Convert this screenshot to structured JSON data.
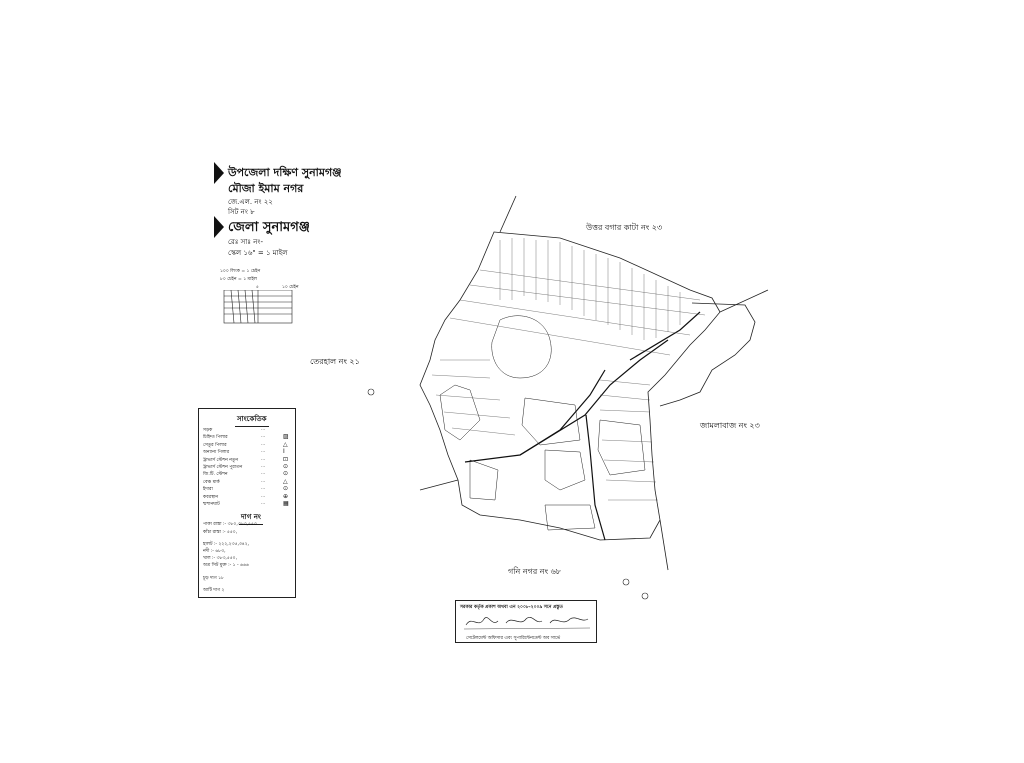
{
  "header": {
    "upazila": "উপজেলা দক্ষিণ সুনামগঞ্জ",
    "mouza": "মৌজা ইমাম নগর",
    "jl_no": "জে.এল. নং ২২",
    "sheet_no": "সিট নং ৮",
    "district": "জেলা সুনামগঞ্জ",
    "survey_no": "রেঃ সাঃ নং-",
    "scale": "স্কেল ১৬\" = ১ মাইল"
  },
  "scale_block": {
    "line1": "১০০ লিংক = ১ চেইন",
    "line2": "৮০ চেইন = ১ মাইল",
    "tick_mid": "৫",
    "tick_end": "১০ চেইন"
  },
  "legend": {
    "title": "সাংকেতিক",
    "items": [
      {
        "label": "সড়ক",
        "symbol": ""
      },
      {
        "label": "চিহ্নিত পিলার",
        "symbol": "▨"
      },
      {
        "label": "সেতুর পিলার",
        "symbol": "△"
      },
      {
        "label": "অন্যান্য পিলার",
        "symbol": "I"
      },
      {
        "label": "ট্রাভার্স স্টেশন নতুন",
        "symbol": "⊡"
      },
      {
        "label": "ট্রাভার্স স্টেশন পুরাতন",
        "symbol": "⊙"
      },
      {
        "label": "জি.টি. স্টেশন",
        "symbol": "⊙"
      },
      {
        "label": "বেঞ্চ মার্ক",
        "symbol": "△"
      },
      {
        "label": "ইদারা",
        "symbol": "⊙"
      },
      {
        "label": "কবরস্থান",
        "symbol": "⊕"
      },
      {
        "label": "শ্মশানঘাট",
        "symbol": "▦"
      }
    ],
    "dots": "...",
    "dag_title": "দাগ নং",
    "dag_rows": [
      "পাকা রাস্তা :- ৩৮০,৩৮৩,৫৫৩",
      "কাঁচা রাস্তা :- ৫৫০,",
      "হালট :- ২২২,২৩৫,৩৪২,",
      "নদী :- ৬৮৩,",
      "খাল :- ৩৮৩,৫৫০,",
      "অত্র সিট মুক্ত :- ১ - ৬৬৬",
      "চূড় দাগ ১৮",
      "আটি দাগ ২"
    ]
  },
  "map_labels": {
    "north": "উত্তর বগার কাটা নং ২৩",
    "west": "তেরহাল নং ২১",
    "east": "জামলাবাজ নং ২৩",
    "south": "গনি নগর নং ৬৮"
  },
  "stamp": {
    "top": "সরকার কর্তৃক প্রকাশ অথবা এন ২০০৮-২০০৯ সনে প্রস্তুত",
    "bottom": "সেটেলমেন্ট অফিসার এবং সুপারিন্টেনডেন্ট অব সার্ভে"
  }
}
